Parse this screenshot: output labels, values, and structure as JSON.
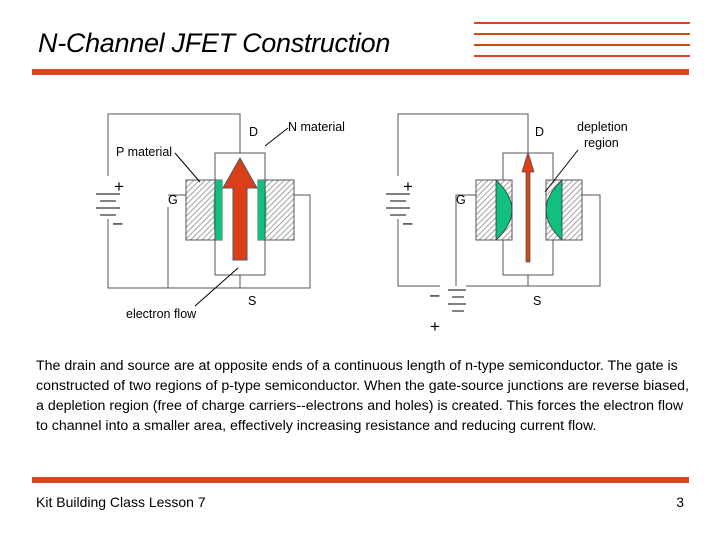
{
  "slide": {
    "title": "N-Channel JFET Construction",
    "description": "The drain and source are at opposite ends of a continuous length of n-type semiconductor. The gate is constructed of two regions of p-type semiconductor. When the gate-source junctions are reverse biased, a depletion region (free of charge carriers--electrons and holes) is created. This forces the electron flow to channel into a smaller area, effectively increasing resistance and reducing current flow.",
    "footer_left": "Kit Building Class Lesson 7",
    "page_number": "3"
  },
  "left_diagram": {
    "label_p_material": "P material",
    "label_n_material": "N material",
    "label_drain": "D",
    "label_gate": "G",
    "label_source": "S",
    "label_electron_flow": "electron flow",
    "battery_plus": "+",
    "battery_minus": "–"
  },
  "right_diagram": {
    "label_depletion_line1": "depletion",
    "label_depletion_line2": "region",
    "label_drain": "D",
    "label_gate": "G",
    "label_source": "S",
    "gate_battery_plus": "+",
    "gate_battery_minus": "–",
    "source_battery_minus": "–",
    "source_battery_plus": "+"
  },
  "colors": {
    "accent": "#d9471c",
    "depletion_green": "#11c07f",
    "arrow_red": "#d9401a"
  }
}
